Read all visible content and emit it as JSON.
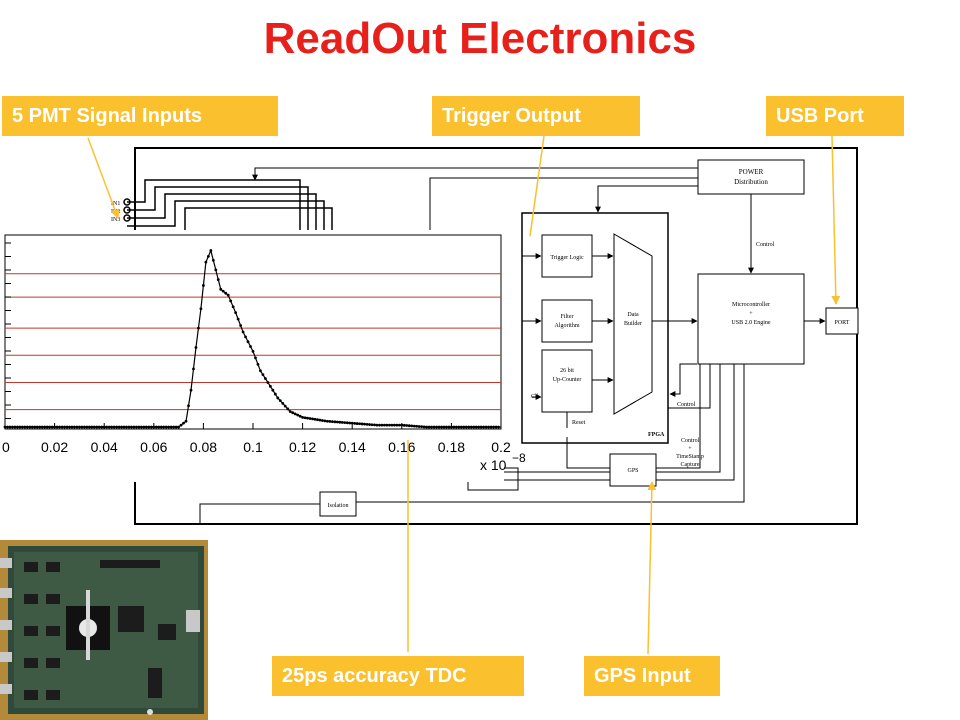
{
  "title": "ReadOut Electronics",
  "callouts": {
    "pmt_inputs": "5 PMT Signal Inputs",
    "trigger_output": "Trigger Output",
    "usb_port": "USB Port",
    "tdc": "25ps accuracy TDC",
    "gps_input": "GPS Input"
  },
  "diagram": {
    "inputs": [
      "IN1",
      "IN2",
      "IN3"
    ],
    "power": [
      "POWER",
      "Distribution"
    ],
    "trigger_logic": "Trigger Logic",
    "filter": [
      "Filter",
      "Algorithm"
    ],
    "counter": [
      "26 bit",
      "Up-Counter"
    ],
    "data_builder": [
      "Data",
      "Builder"
    ],
    "microcontroller": [
      "Microcontroller",
      "+",
      "USB 2.0 Engine"
    ],
    "port": "PORT",
    "control_labels": [
      "Control",
      "Control",
      "Control"
    ],
    "timestamp": [
      "+",
      "TimeStamp",
      "Capture"
    ],
    "gps": "GPS",
    "fpga": "FPGA",
    "clk": "Clk",
    "reset": "Reset",
    "isolation": "Isolation"
  },
  "chart_data": {
    "type": "line",
    "x_ticks": [
      "0",
      "0.02",
      "0.04",
      "0.06",
      "0.08",
      "0.1",
      "0.12",
      "0.14",
      "0.16",
      "0.18",
      "0.2"
    ],
    "x_multiplier": "x 10",
    "x_exponent": "−8",
    "xlim": [
      0,
      0.2
    ],
    "ylim": [
      0,
      1
    ],
    "grid": true,
    "series": [
      {
        "color": "#000000",
        "x": [
          0,
          0.02,
          0.04,
          0.06,
          0.07,
          0.073,
          0.075,
          0.077,
          0.079,
          0.081,
          0.083,
          0.085,
          0.087,
          0.09,
          0.093,
          0.096,
          0.1,
          0.103,
          0.106,
          0.11,
          0.115,
          0.12,
          0.125,
          0.13,
          0.14,
          0.15,
          0.16,
          0.17,
          0.18,
          0.19,
          0.2
        ],
        "y": [
          0.01,
          0.01,
          0.01,
          0.01,
          0.01,
          0.04,
          0.2,
          0.42,
          0.62,
          0.86,
          0.92,
          0.82,
          0.72,
          0.69,
          0.6,
          0.5,
          0.4,
          0.3,
          0.24,
          0.16,
          0.09,
          0.06,
          0.05,
          0.04,
          0.03,
          0.02,
          0.02,
          0.01,
          0.01,
          0.01,
          0.01
        ]
      }
    ]
  }
}
